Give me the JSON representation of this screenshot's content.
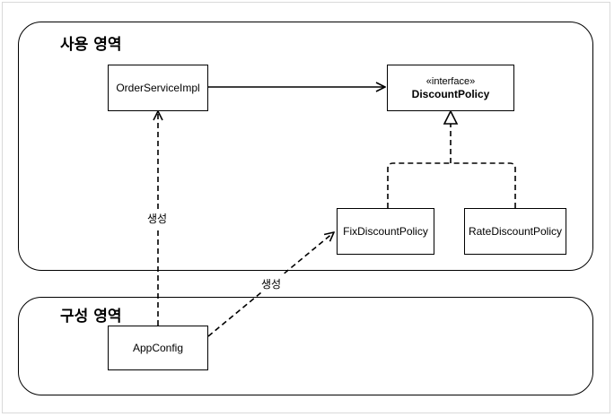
{
  "regions": {
    "usage": {
      "title": "사용 영역"
    },
    "config": {
      "title": "구성 영역"
    }
  },
  "classes": {
    "order_service_impl": "OrderServiceImpl",
    "discount_policy": {
      "stereotype": "«interface»",
      "name": "DiscountPolicy"
    },
    "fix_discount_policy": "FixDiscountPolicy",
    "rate_discount_policy": "RateDiscountPolicy",
    "app_config": "AppConfig"
  },
  "edge_labels": {
    "create_order_service": "생성",
    "create_fix_policy": "생성"
  },
  "colors": {
    "stroke": "#000000",
    "background": "#ffffff"
  }
}
